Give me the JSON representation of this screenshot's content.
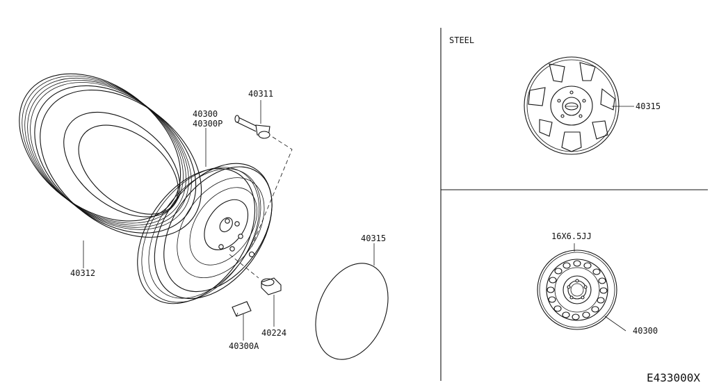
{
  "labels": {
    "tire": "40312",
    "wheel_line1": "40300",
    "wheel_line2": "40300P",
    "valve": "40311",
    "nut": "40224",
    "weight": "40300A",
    "cap_left": "40315",
    "steel_title": "STEEL",
    "cover_right": "40315",
    "wheel_size": "16X6.5JJ",
    "wheel_right": "40300",
    "diagram_code": "E433000X"
  }
}
